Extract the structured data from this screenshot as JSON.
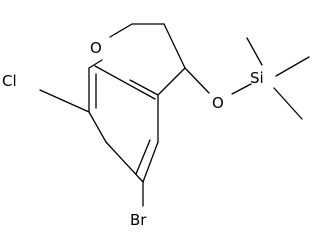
{
  "atoms": {
    "oxygen_ring": "O",
    "chlorine": "Cl",
    "bromine": "Br",
    "oxygen_ether": "O",
    "silicon": "Si"
  },
  "colors": {
    "bond": "#000000",
    "label": "#000000",
    "background": "#ffffff"
  }
}
